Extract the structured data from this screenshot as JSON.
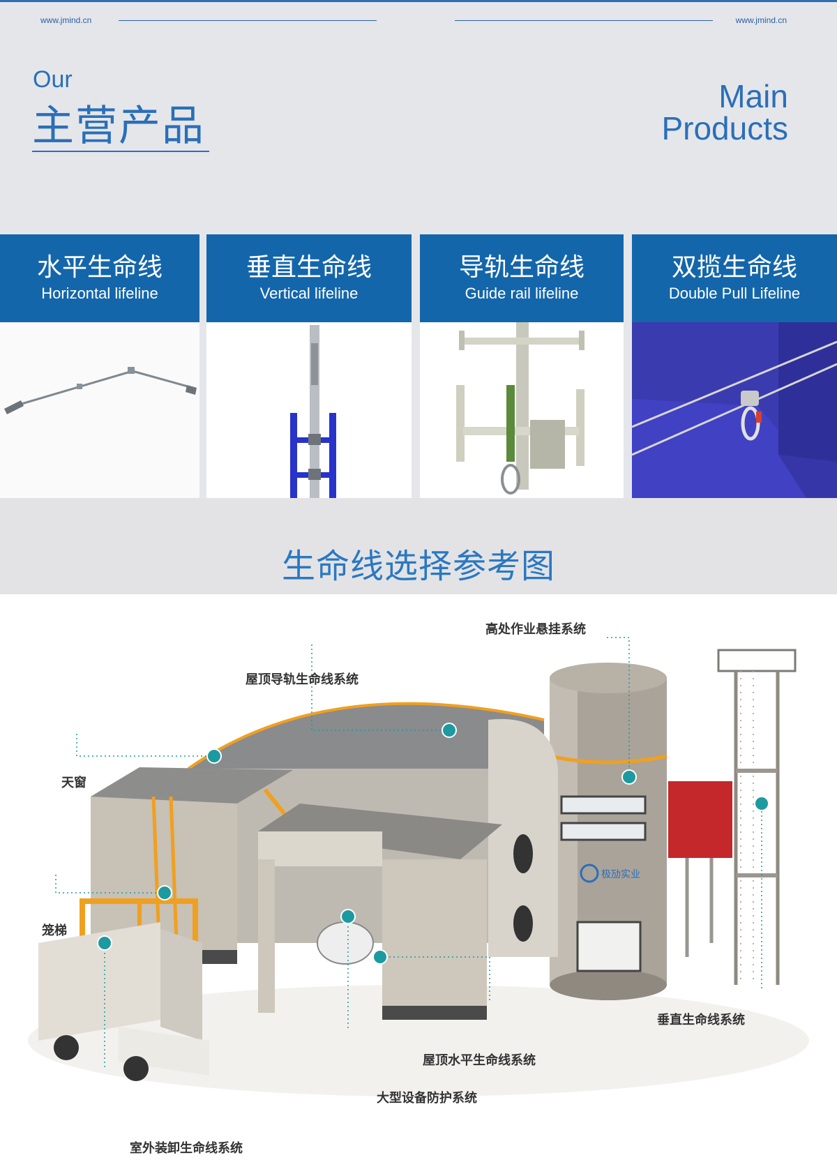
{
  "header": {
    "url_left": "www.jmind.cn",
    "url_right": "www.jmind.cn",
    "our": "Our",
    "title_cn": "主营产品",
    "title_en_line1": "Main",
    "title_en_line2": "Products"
  },
  "products": [
    {
      "cn": "水平生命线",
      "en": "Horizontal lifeline"
    },
    {
      "cn": "垂直生命线",
      "en": "Vertical lifeline"
    },
    {
      "cn": "导轨生命线",
      "en": "Guide rail lifeline"
    },
    {
      "cn": "双揽生命线",
      "en": "Double Pull Lifeline"
    }
  ],
  "selection": {
    "title": "生命线选择参考图"
  },
  "callouts": {
    "high_suspension": "高处作业悬挂系统",
    "roof_rail": "屋顶导轨生命线系统",
    "skylight": "天窗",
    "cage_ladder": "笼梯",
    "vertical": "垂直生命线系统",
    "roof_horizontal": "屋顶水平生命线系统",
    "large_equipment": "大型设备防护系统",
    "outdoor_loading": "室外装卸生命线系统"
  },
  "logo_text": "极劢实业",
  "colors": {
    "brand_blue": "#1466ab",
    "accent_teal": "#1c9aa0",
    "orange": "#f0a020"
  }
}
